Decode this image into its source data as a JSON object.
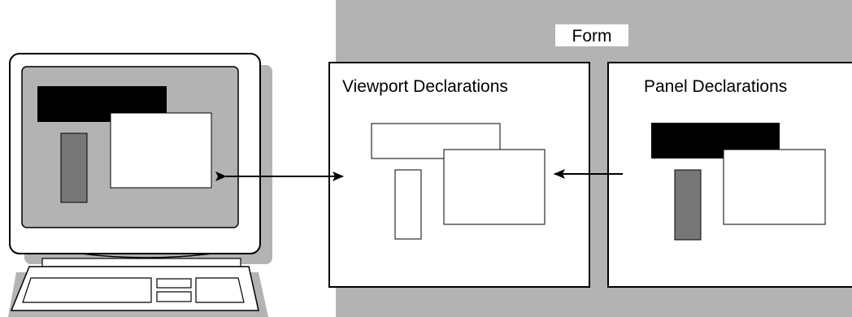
{
  "form": {
    "title": "Form",
    "viewport": {
      "title": "Viewport Declarations"
    },
    "panel": {
      "title": "Panel Declarations"
    }
  },
  "colors": {
    "form_bg": "#b3b3b3",
    "screen_bg": "#b3b3b3",
    "shadow": "#b3b3b3",
    "dark_fill": "#000000",
    "mid_fill": "#777777",
    "outline": "#000000",
    "white": "#ffffff"
  }
}
